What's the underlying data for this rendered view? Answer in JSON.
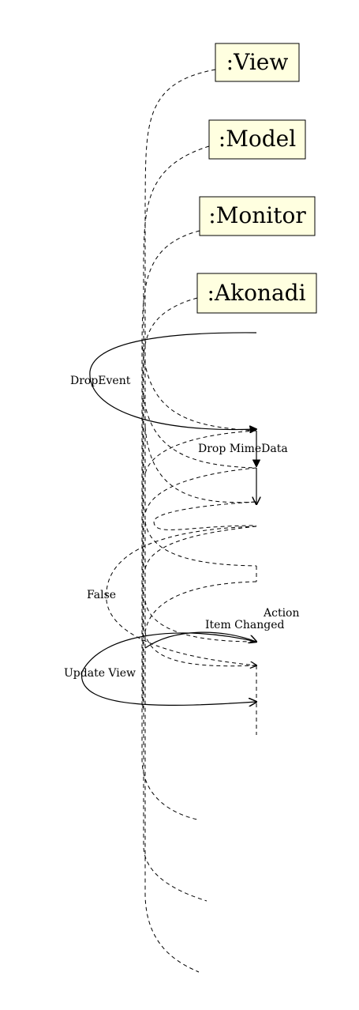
{
  "diagram": {
    "type": "sequence",
    "lifelines": [
      {
        "id": "view",
        "label": ":View"
      },
      {
        "id": "model",
        "label": ":Model"
      },
      {
        "id": "monitor",
        "label": ":Monitor"
      },
      {
        "id": "akonadi",
        "label": ":Akonadi"
      }
    ],
    "messages": [
      {
        "id": "drop-event",
        "label": "DropEvent",
        "style": "solid"
      },
      {
        "id": "drop-mimedata",
        "label": "Drop MimeData",
        "style": "solid"
      },
      {
        "id": "false",
        "label": "False",
        "style": "dashed"
      },
      {
        "id": "action",
        "label": "Action",
        "style": "dashed"
      },
      {
        "id": "item-changed",
        "label": "Item Changed",
        "style": "dashed"
      },
      {
        "id": "update-view",
        "label": "Update View",
        "style": "solid"
      }
    ],
    "colors": {
      "box_fill": "#ffffe0",
      "stroke": "#000000"
    }
  }
}
